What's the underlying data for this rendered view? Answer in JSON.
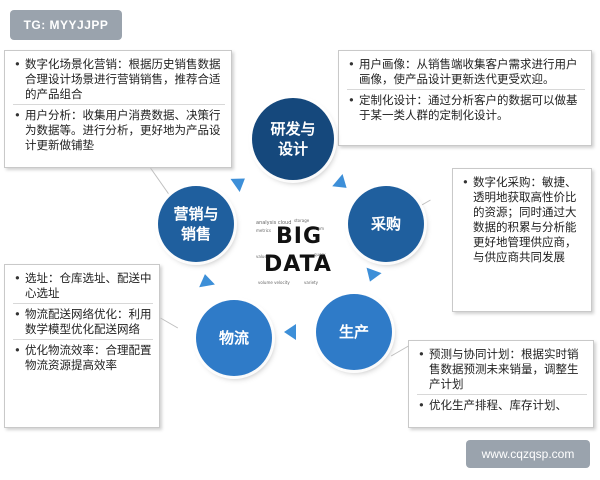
{
  "tag": "TG: MYYJJPP",
  "watermark": "www.cqzqsp.com",
  "colors": {
    "node_dark": "#15487c",
    "node_mid": "#1f5f9e",
    "node_light": "#2f7bc8",
    "arrow": "#3d8fd8",
    "tag_bg": "#9aa3ad"
  },
  "center": {
    "icon": "big-data-word-cloud",
    "line1": "BIG",
    "line2": "DATA"
  },
  "nodes": {
    "design": {
      "line1": "研发与",
      "line2": "设计"
    },
    "purchase": {
      "line1": "采购",
      "line2": ""
    },
    "production": {
      "line1": "生产",
      "line2": ""
    },
    "logistics": {
      "line1": "物流",
      "line2": ""
    },
    "marketing": {
      "line1": "营销与",
      "line2": "销售"
    }
  },
  "boxes": {
    "marketing": [
      "数字化场景化营销：根据历史销售数据合理设计场景进行营销销售，推荐合适的产品组合",
      "用户分析：收集用户消费数据、决策行为数据等。进行分析，更好地为产品设计更新做铺垫"
    ],
    "design": [
      "用户画像：从销售端收集客户需求进行用户画像，使产品设计更新迭代更受欢迎。",
      "定制化设计：通过分析客户的数据可以做基于某一类人群的定制化设计。"
    ],
    "purchase": [
      "数字化采购：敏捷、透明地获取高性价比的资源；同时通过大数据的积累与分析能更好地管理供应商，与供应商共同发展"
    ],
    "production": [
      "预测与协同计划：根据实时销售数据预测未来销量，调整生产计划",
      "优化生产排程、库存计划、"
    ],
    "logistics": [
      "选址：仓库选址、配送中心选址",
      "物流配送网络优化：利用数学模型优化配送网络",
      "优化物流效率：合理配置物流资源提高效率"
    ]
  }
}
